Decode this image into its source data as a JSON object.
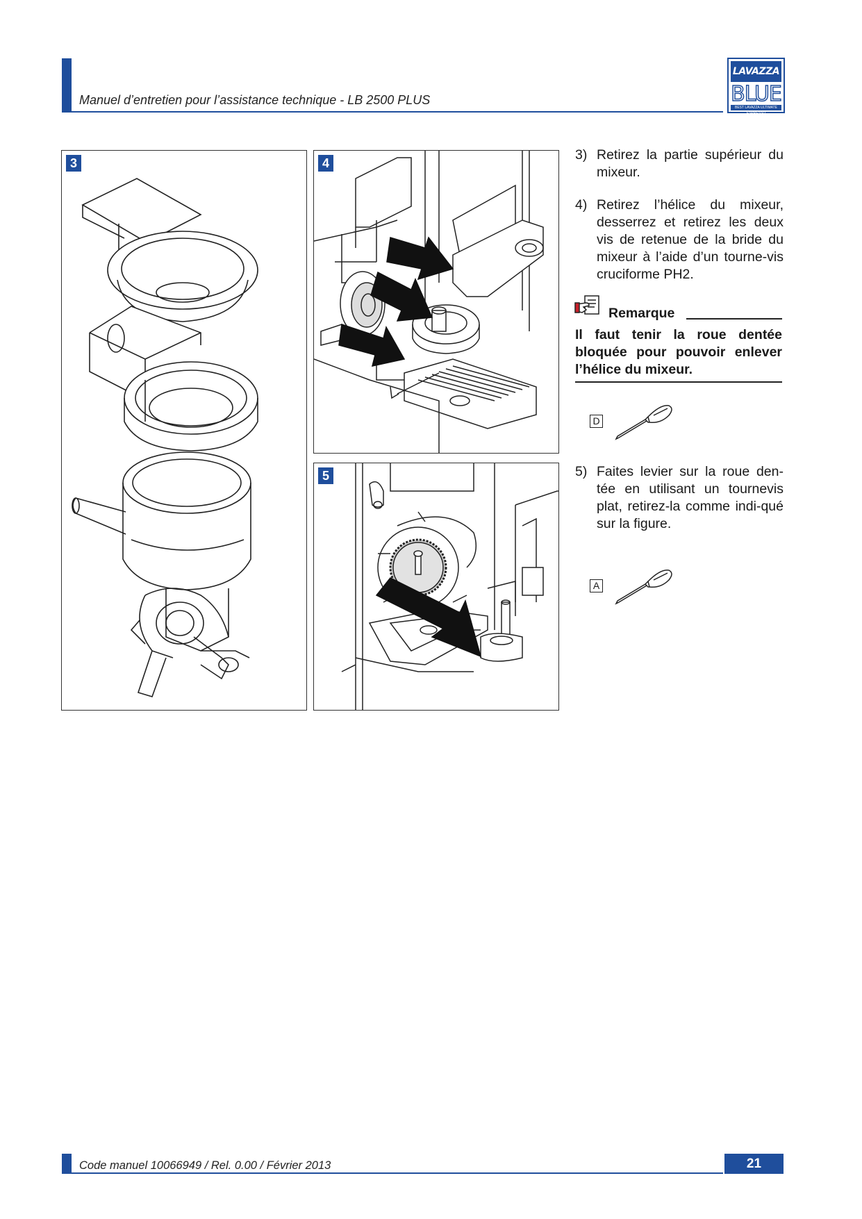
{
  "header": {
    "title": "Manuel d’entretien pour l’assistance technique - LB 2500 PLUS",
    "logo": {
      "brand": "LAVAZZA",
      "line": "BLUE",
      "tagline": "BEST LAVAZZA ULTIMATE ESPRESSO"
    }
  },
  "figures": [
    {
      "number": "3"
    },
    {
      "number": "4"
    },
    {
      "number": "5"
    }
  ],
  "steps": [
    {
      "num": "3)",
      "text": "Retirez la partie supérieur du mixeur."
    },
    {
      "num": "4)",
      "text": "Retirez l’hélice du mixeur, desserrez et retirez les deux vis de retenue de la bride du mixeur à l’aide d’un tourne-vis cruciforme PH2."
    },
    {
      "num": "5)",
      "text": "Faites levier sur la roue den-tée en utilisant un tournevis plat, retirez-la comme indi-qué sur la figure."
    }
  ],
  "note": {
    "title": "Remarque",
    "body": "Il faut tenir la roue dentée bloquée pour pouvoir enlever l’hélice du mixeur."
  },
  "tools": [
    {
      "letter": "D",
      "icon": "screwdriver-icon"
    },
    {
      "letter": "A",
      "icon": "screwdriver-icon"
    }
  ],
  "footer": {
    "code": "Code manuel 10066949 / Rel. 0.00 / Février 2013",
    "page": "21"
  },
  "colors": {
    "accent": "#1f4e9c",
    "text": "#1a1a1a"
  }
}
